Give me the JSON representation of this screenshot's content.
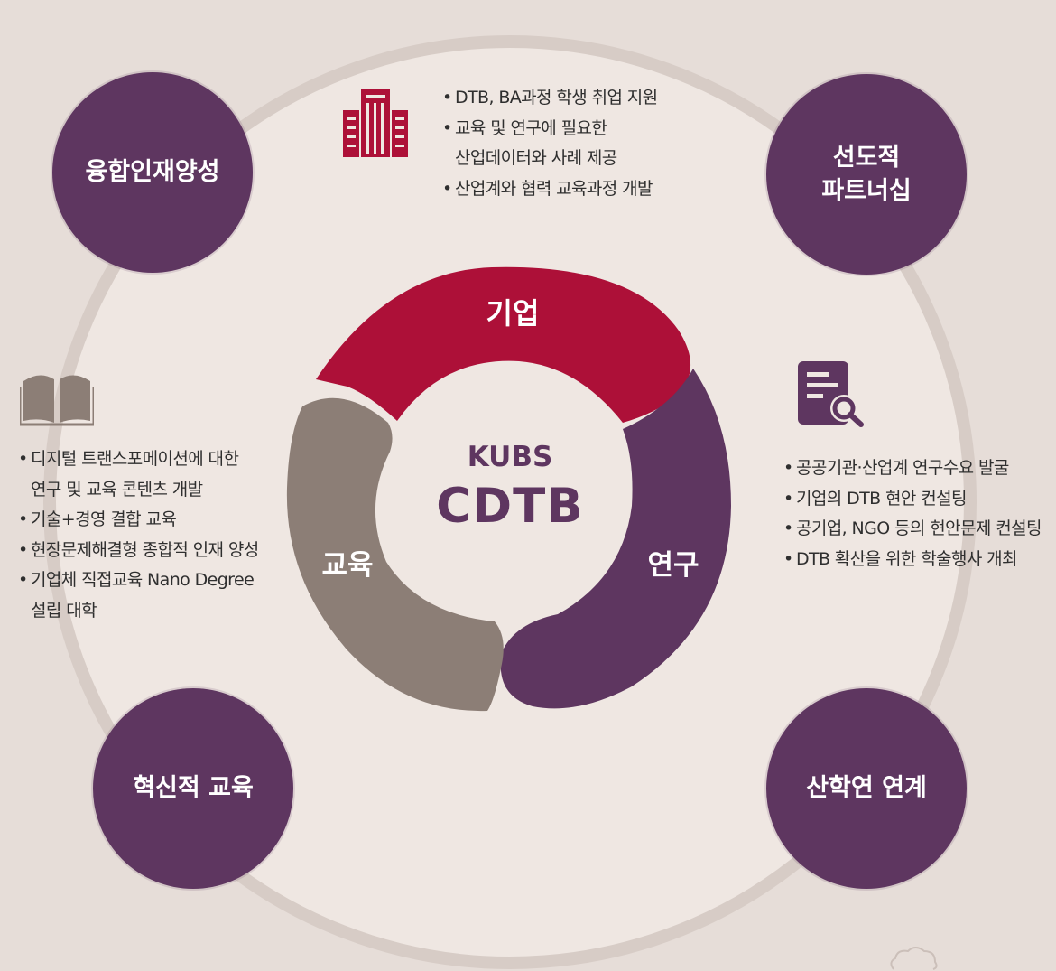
{
  "center": {
    "line1": "KUBS",
    "line2": "CDTB"
  },
  "ring": {
    "top": "기업",
    "left": "교육",
    "right": "연구"
  },
  "badges": {
    "top_left": "융합인재양성",
    "top_right": "선도적\n파트너십",
    "bottom_left": "혁신적 교육",
    "bottom_right": "산학연 연계"
  },
  "industry_bullets": [
    "DTB, BA과정 학생 취업 지원",
    "교육 및 연구에 필요한\n산업데이터와 사례 제공",
    "산업계와 협력 교육과정 개발"
  ],
  "education_bullets": [
    "디지털 트랜스포메이션에 대한\n연구 및 교육 콘텐츠 개발",
    "기술+경영 결합 교육",
    "현장문제해결형 종합적 인재 양성",
    "기업체 직접교육 Nano Degree\n설립 대학"
  ],
  "research_bullets": [
    "공공기관·산업계 연구수요 발굴",
    "기업의 DTB 현안 컨설팅",
    "공기업, NGO 등의 현안문제 컨설팅",
    "DTB 확산을 위한 학술행사 개최"
  ],
  "icons": {
    "industry": "building-icon",
    "education": "open-book-icon",
    "research": "document-search-icon",
    "corner": "cloud-outline-icon"
  },
  "colors": {
    "background": "#e6ddd8",
    "inner_disk": "#efe7e2",
    "outer_ring": "#d7ccc6",
    "industry": "#ad1038",
    "research": "#5e3660",
    "education": "#8c7e76",
    "badge": "#5e3660",
    "center_text": "#5e3660"
  }
}
